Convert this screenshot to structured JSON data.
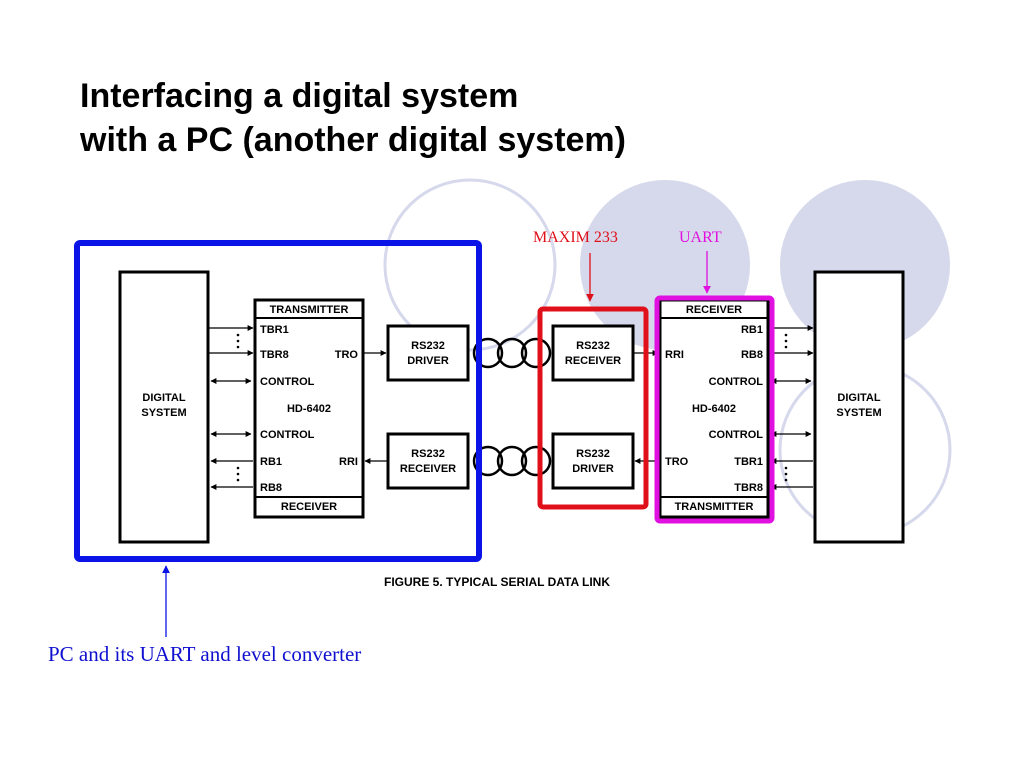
{
  "slide": {
    "title_line1": "Interfacing a digital system",
    "title_line2": "with a PC (another digital system)"
  },
  "annotations": {
    "maxim": "MAXIM 233",
    "uart": "UART",
    "pc": "PC and its UART and level converter"
  },
  "diagram": {
    "caption": "FIGURE 5.  TYPICAL SERIAL DATA LINK",
    "left_system": [
      "DIGITAL",
      "SYSTEM"
    ],
    "right_system": [
      "DIGITAL",
      "SYSTEM"
    ],
    "left_uart": {
      "header": "TRANSMITTER",
      "footer": "RECEIVER",
      "chip": "HD-6402",
      "tbr1": "TBR1",
      "tbr8": "TBR8",
      "tro": "TRO",
      "control_top": "CONTROL",
      "control_bottom": "CONTROL",
      "rb1": "RB1",
      "rb8": "RB8",
      "rri": "RRI"
    },
    "right_uart": {
      "header": "RECEIVER",
      "footer": "TRANSMITTER",
      "chip": "HD-6402",
      "rb1": "RB1",
      "rb8": "RB8",
      "rri": "RRI",
      "control_top": "CONTROL",
      "control_bottom": "CONTROL",
      "tbr1": "TBR1",
      "tbr8": "TBR8",
      "tro": "TRO"
    },
    "left_top_driver": [
      "RS232",
      "DRIVER"
    ],
    "left_bottom_receiver": [
      "RS232",
      "RECEIVER"
    ],
    "right_top_receiver": [
      "RS232",
      "RECEIVER"
    ],
    "right_bottom_driver": [
      "RS232",
      "DRIVER"
    ]
  },
  "colors": {
    "pc_frame": "#0a14e6",
    "maxim_frame": "#e0101a",
    "uart_frame": "#e010e0",
    "decor_circles": "#d6d8ec"
  }
}
